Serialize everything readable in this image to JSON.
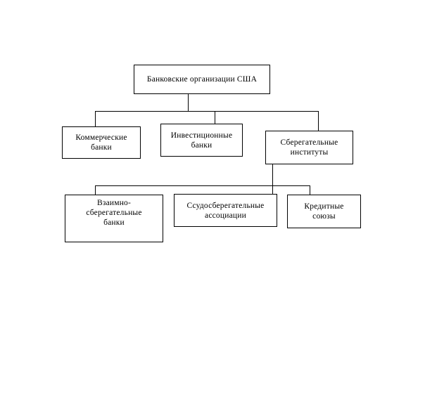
{
  "diagram": {
    "title": "Банковские организации США",
    "type": "org-chart",
    "colors": {
      "background": "#ffffff",
      "line": "#000000",
      "text": "#000000"
    },
    "nodes": {
      "root": {
        "label": "Банковские организации США"
      },
      "commercial": {
        "label": "Коммерческие\nбанки"
      },
      "investment": {
        "label": "Инвестиционные\nбанки"
      },
      "savings": {
        "label": "Сберегательные\nинституты"
      },
      "mutual": {
        "label": "Взаимно-\nсберегательные\nбанки"
      },
      "loan": {
        "label": "Ссудосберегательные\nассоциации"
      },
      "credit": {
        "label": "Кредитные\nсоюзы"
      }
    },
    "edges": [
      {
        "from": "root",
        "to": "commercial"
      },
      {
        "from": "root",
        "to": "investment"
      },
      {
        "from": "root",
        "to": "savings"
      },
      {
        "from": "savings",
        "to": "mutual"
      },
      {
        "from": "savings",
        "to": "loan"
      },
      {
        "from": "savings",
        "to": "credit"
      }
    ]
  }
}
